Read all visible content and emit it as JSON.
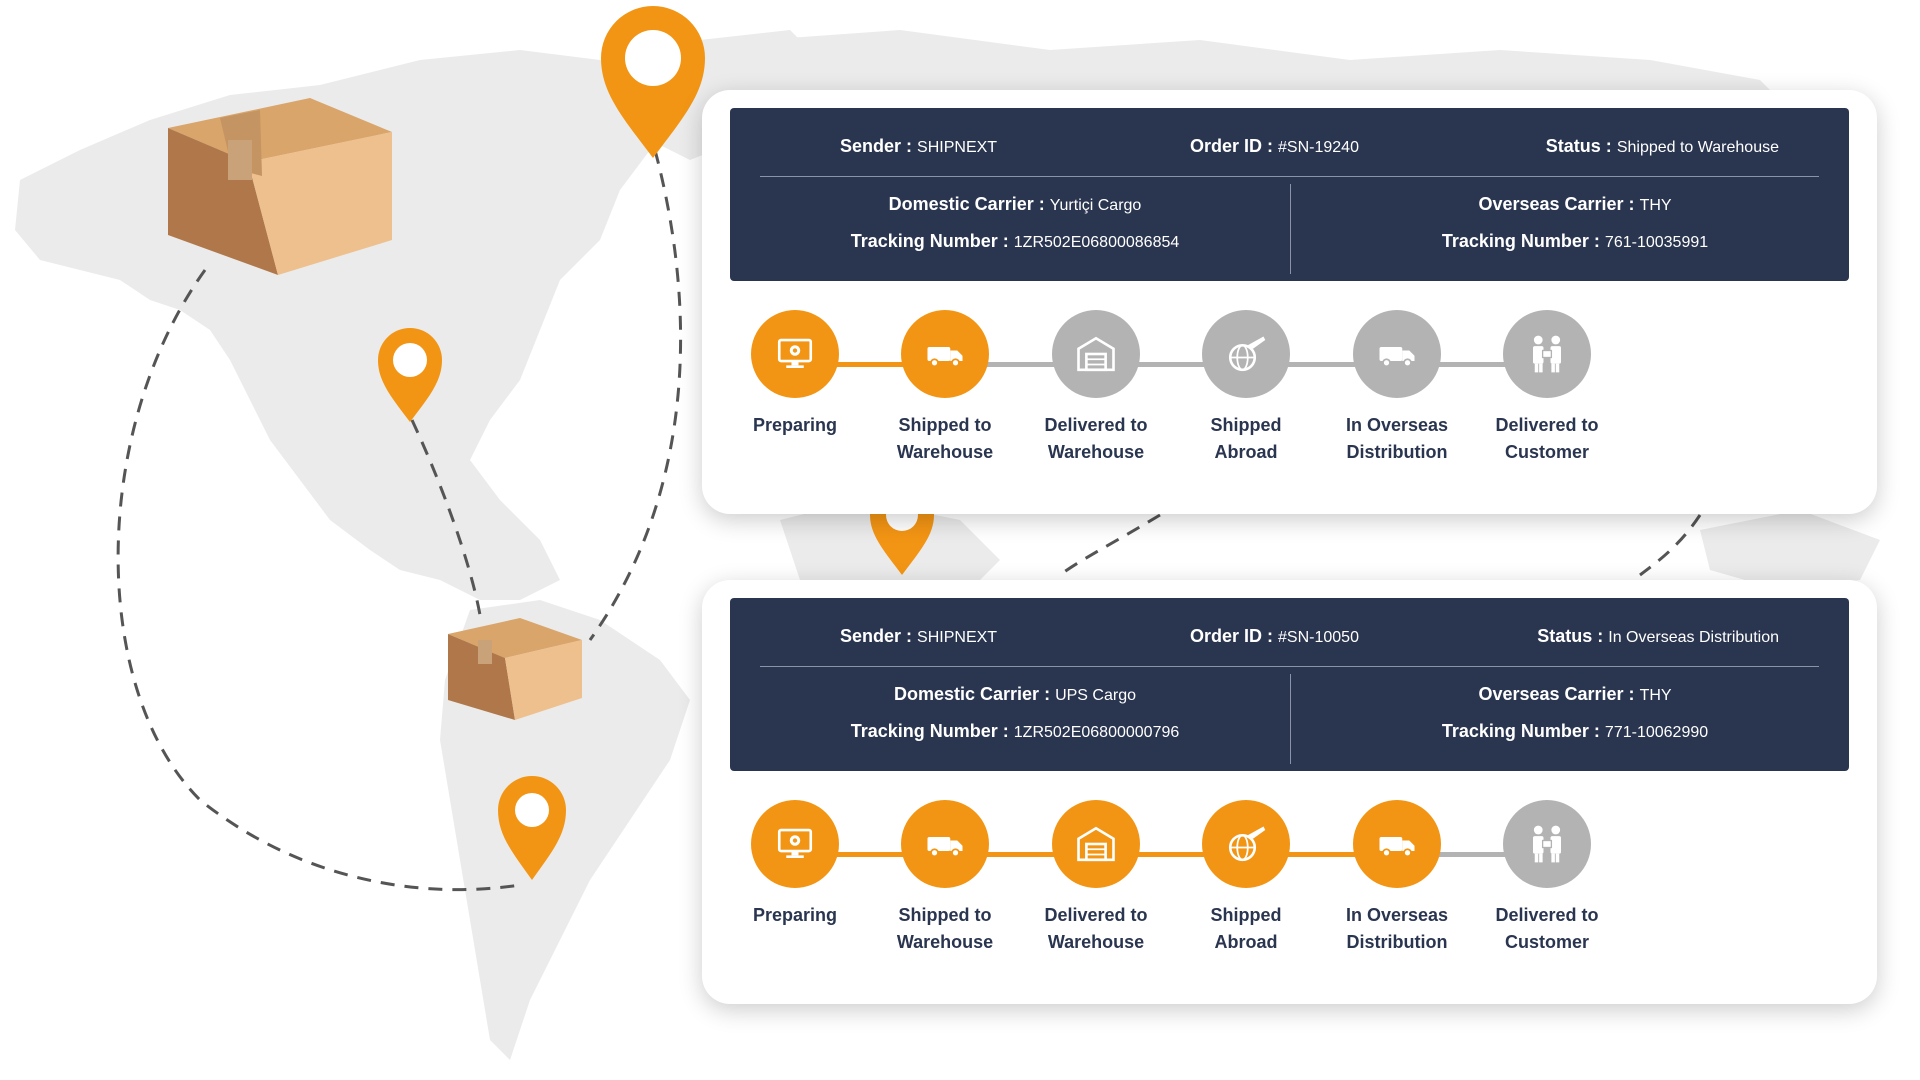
{
  "colors": {
    "accent": "#f39514",
    "inactive": "#b3b3b3",
    "panel": "#2a3550",
    "map": "#ebebeb"
  },
  "field_labels": {
    "sender": "Sender :",
    "order_id": "Order ID :",
    "status": "Status :",
    "domestic_carrier": "Domestic Carrier :",
    "overseas_carrier": "Overseas Carrier :",
    "tracking_number": "Tracking Number :"
  },
  "steps": [
    {
      "label_l1": "Preparing",
      "label_l2": "",
      "icon": "monitor-gear-icon"
    },
    {
      "label_l1": "Shipped to",
      "label_l2": "Warehouse",
      "icon": "truck-icon"
    },
    {
      "label_l1": "Delivered to",
      "label_l2": "Warehouse",
      "icon": "warehouse-icon"
    },
    {
      "label_l1": "Shipped",
      "label_l2": "Abroad",
      "icon": "globe-plane-icon"
    },
    {
      "label_l1": "In Overseas",
      "label_l2": "Distribution",
      "icon": "truck-icon"
    },
    {
      "label_l1": "Delivered to",
      "label_l2": "Customer",
      "icon": "handover-icon"
    }
  ],
  "orders": [
    {
      "sender": "SHIPNEXT",
      "order_id": "#SN-19240",
      "status": "Shipped to Warehouse",
      "domestic_carrier": "Yurtiçi Cargo",
      "domestic_tracking": "1ZR502E06800086854",
      "overseas_carrier": "THY",
      "overseas_tracking": "761-10035991",
      "completed_steps": 2
    },
    {
      "sender": "SHIPNEXT",
      "order_id": "#SN-10050",
      "status": "In Overseas Distribution",
      "domestic_carrier": "UPS Cargo",
      "domestic_tracking": "1ZR502E06800000796",
      "overseas_carrier": "THY",
      "overseas_tracking": "771-10062990",
      "completed_steps": 5
    }
  ]
}
